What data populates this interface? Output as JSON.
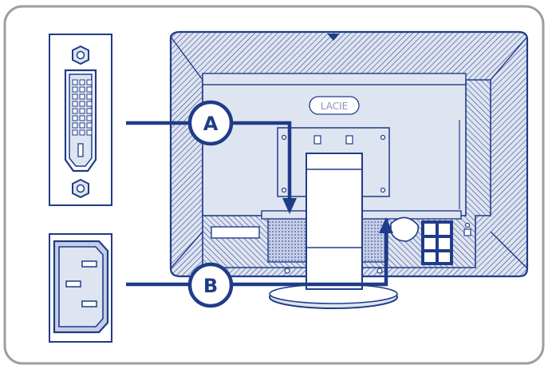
{
  "diagram": {
    "brand_logo": "LACIE",
    "callouts": [
      {
        "id": "A",
        "label": "A"
      },
      {
        "id": "B",
        "label": "B"
      }
    ],
    "colors": {
      "frame_border": "#9e9e9e",
      "line_blue": "#1f3c88",
      "fill_light": "#dfe4f1",
      "fill_mid": "#c6cee6",
      "white": "#ffffff"
    },
    "icons": {
      "dvi_connector": "dvi-port-icon",
      "power_connector": "iec-power-inlet-icon"
    }
  }
}
